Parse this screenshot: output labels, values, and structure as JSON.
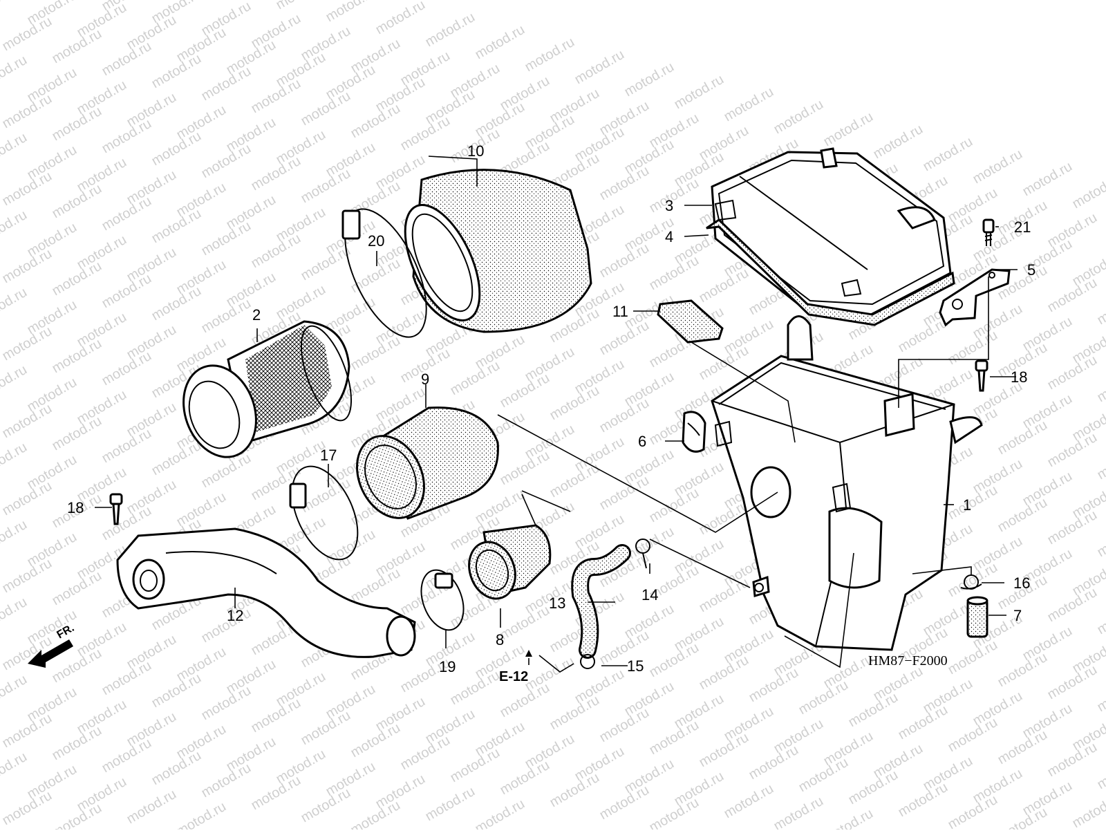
{
  "watermark": "motod.ru",
  "diagram_code": "HM87−F2000",
  "front_label": "FR.",
  "ref_label": "E-12",
  "callouts": {
    "c1": "1",
    "c2": "2",
    "c3": "3",
    "c4": "4",
    "c5": "5",
    "c6": "6",
    "c7": "7",
    "c8": "8",
    "c9": "9",
    "c10": "10",
    "c11": "11",
    "c12": "12",
    "c13": "13",
    "c14": "14",
    "c15": "15",
    "c16": "16",
    "c17": "17",
    "c18a": "18",
    "c18b": "18",
    "c19": "19",
    "c20": "20",
    "c21": "21"
  }
}
